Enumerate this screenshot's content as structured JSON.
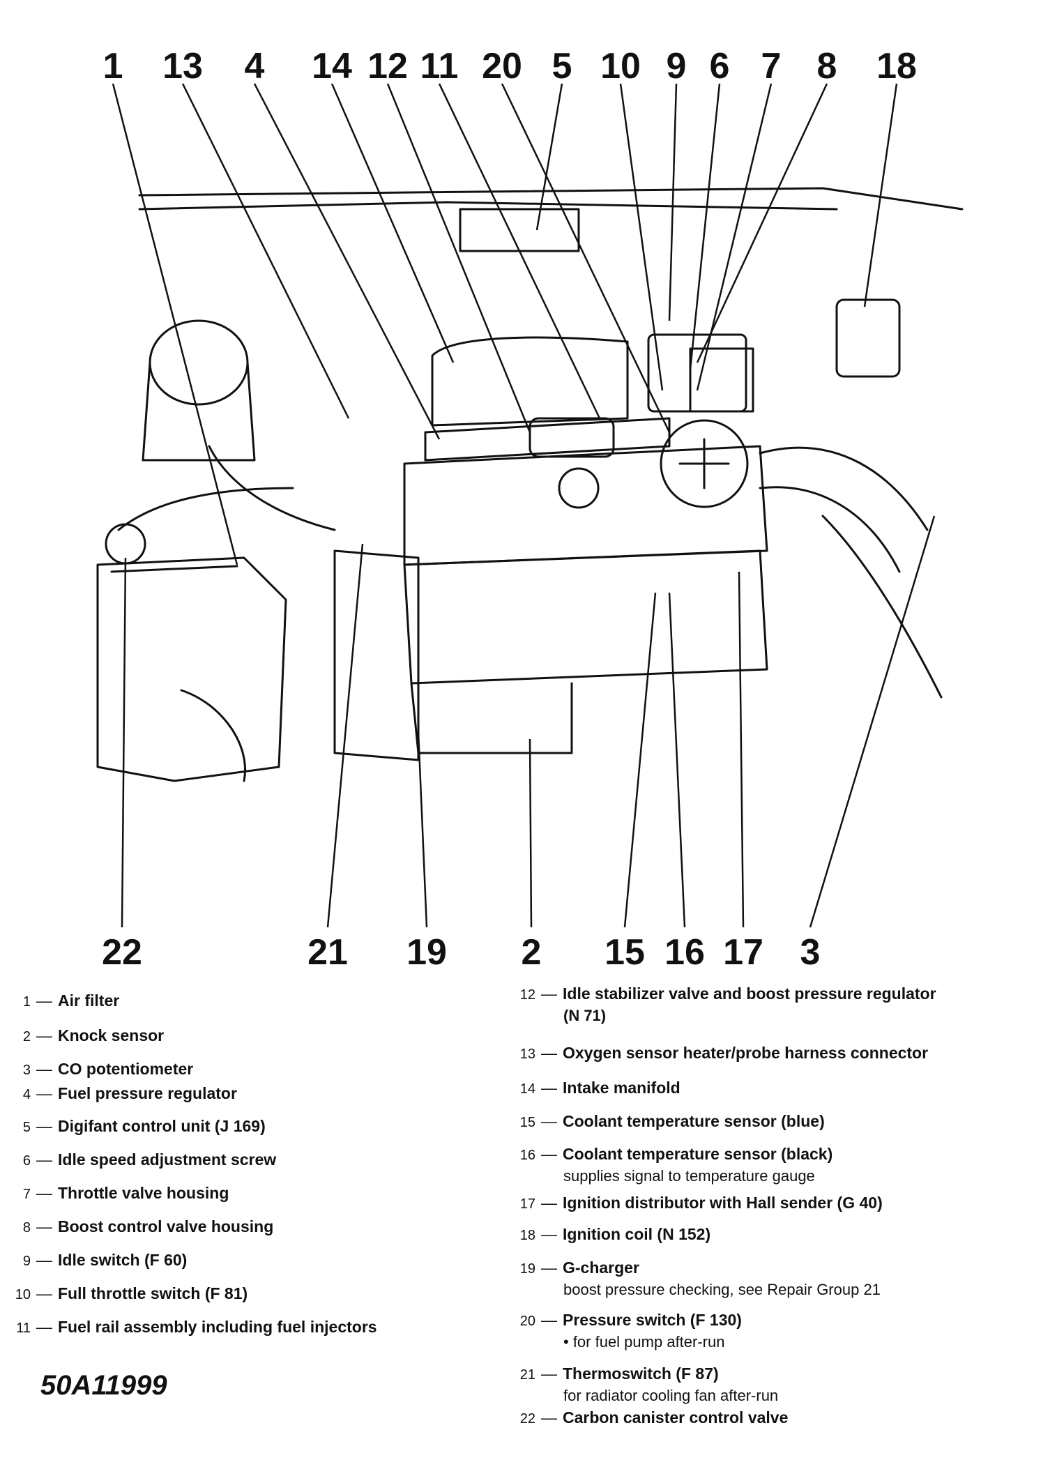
{
  "callouts_top": [
    "1",
    "13",
    "4",
    "14",
    "12",
    "11",
    "20",
    "5",
    "10",
    "9",
    "6",
    "7",
    "8",
    "18"
  ],
  "callouts_bottom": [
    "22",
    "21",
    "19",
    "2",
    "15",
    "16",
    "17",
    "3"
  ],
  "legend_left": [
    {
      "num": "1",
      "name": "Air filter"
    },
    {
      "num": "2",
      "name": "Knock sensor"
    },
    {
      "num": "3",
      "name": "CO potentiometer"
    },
    {
      "num": "4",
      "name": "Fuel pressure regulator"
    },
    {
      "num": "5",
      "name": "Digifant control unit (J 169)"
    },
    {
      "num": "6",
      "name": "Idle speed adjustment screw"
    },
    {
      "num": "7",
      "name": "Throttle valve housing"
    },
    {
      "num": "8",
      "name": "Boost control valve housing"
    },
    {
      "num": "9",
      "name": "Idle switch (F 60)"
    },
    {
      "num": "10",
      "name": "Full throttle switch (F 81)"
    },
    {
      "num": "11",
      "name": "Fuel rail assembly including fuel injectors"
    }
  ],
  "legend_right": [
    {
      "num": "12",
      "name": "Idle stabilizer valve and boost pressure regulator",
      "sub": "(N 71)",
      "sub_bold": true
    },
    {
      "num": "13",
      "name": "Oxygen sensor heater/probe harness connector"
    },
    {
      "num": "14",
      "name": "Intake manifold"
    },
    {
      "num": "15",
      "name": "Coolant temperature sensor (blue)"
    },
    {
      "num": "16",
      "name": "Coolant temperature sensor (black)",
      "sub": "supplies signal to temperature gauge"
    },
    {
      "num": "17",
      "name": "Ignition distributor with Hall sender (G 40)"
    },
    {
      "num": "18",
      "name": "Ignition coil (N 152)"
    },
    {
      "num": "19",
      "name": "G-charger",
      "sub": "boost pressure checking, see Repair Group 21"
    },
    {
      "num": "20",
      "name": "Pressure switch (F 130)",
      "sub": "• for fuel pump after-run"
    },
    {
      "num": "21",
      "name": "Thermoswitch (F 87)",
      "sub": "for radiator cooling fan after-run"
    },
    {
      "num": "22",
      "name": "Carbon canister control valve"
    }
  ],
  "figure_id": "50A11999"
}
